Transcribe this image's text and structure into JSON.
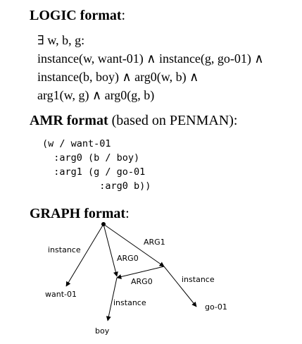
{
  "logic": {
    "heading_bold": "LOGIC format",
    "heading_suffix": ":",
    "lines": [
      "∃ w, b, g:",
      "instance(w, want-01) ∧ instance(g, go-01) ∧",
      "instance(b, boy) ∧ arg0(w, b) ∧",
      "arg1(w, g) ∧ arg0(g, b)"
    ]
  },
  "amr": {
    "heading_bold": "AMR format",
    "heading_rest": " (based on PENMAN):",
    "lines": [
      "(w / want-01",
      "  :arg0 (b / boy)",
      "  :arg1 (g / go-01",
      "          :arg0 b))"
    ]
  },
  "graph": {
    "heading_bold": "GRAPH format",
    "heading_suffix": ":",
    "nodes": {
      "want": "want-01",
      "go": "go-01",
      "boy": "boy"
    },
    "edges": {
      "instance_root": "instance",
      "arg0_root": "ARG0",
      "arg1_root": "ARG1",
      "instance_go": "instance",
      "arg0_go": "ARG0",
      "instance_boy": "instance"
    }
  }
}
